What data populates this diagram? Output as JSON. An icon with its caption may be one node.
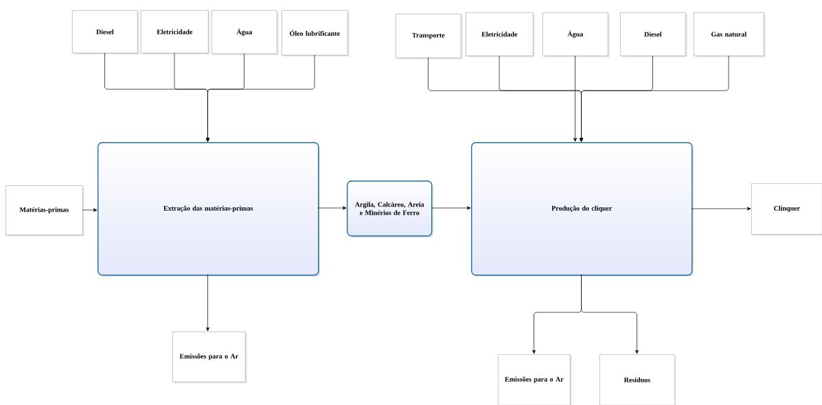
{
  "diagram": {
    "nodes": [
      {
        "text": [
          "Diesel"
        ]
      },
      {
        "text": [
          "Eletricidade"
        ]
      },
      {
        "text": [
          "Água"
        ]
      },
      {
        "text": [
          "Óleo lubrificante"
        ]
      },
      {
        "text": [
          "Matérias-primas"
        ]
      },
      {
        "text": [
          "Extração das matérias-primas"
        ]
      },
      {
        "text": [
          "Argila, Calcáreo, Areia e Minérios de Ferro"
        ]
      },
      {
        "text": [
          "Emissões para o Ar"
        ]
      },
      {
        "text": [
          "Transporte"
        ]
      },
      {
        "text": [
          "Eletricidade"
        ]
      },
      {
        "text": [
          "Água"
        ]
      },
      {
        "text": [
          "Diesel"
        ]
      },
      {
        "text": [
          "Gas natural"
        ]
      },
      {
        "text": [
          "Produção do cliquer"
        ]
      },
      {
        "text": [
          "Clínquer"
        ]
      },
      {
        "text": [
          "Emissões para o Ar"
        ]
      },
      {
        "text": [
          "Resíduos"
        ]
      }
    ],
    "edges": [
      {
        "from": 0,
        "to": 5,
        "arrow": "to"
      },
      {
        "from": 1,
        "to": 5,
        "arrow": "to"
      },
      {
        "from": 2,
        "to": 5,
        "arrow": "to"
      },
      {
        "from": 3,
        "to": 5,
        "arrow": "to"
      },
      {
        "from": 4,
        "to": 5,
        "arrow": "to"
      },
      {
        "from": 5,
        "to": 6,
        "arrow": "to"
      },
      {
        "from": 6,
        "to": 13,
        "arrow": "to"
      },
      {
        "from": 5,
        "to": 7,
        "arrow": "to"
      },
      {
        "from": 8,
        "to": 13,
        "arrow": "to"
      },
      {
        "from": 9,
        "to": 13,
        "arrow": "to"
      },
      {
        "from": 10,
        "to": 13,
        "arrow": "to"
      },
      {
        "from": 11,
        "to": 13,
        "arrow": "to"
      },
      {
        "from": 12,
        "to": 13,
        "arrow": "to"
      },
      {
        "from": 13,
        "to": 14,
        "arrow": "to"
      },
      {
        "from": 13,
        "to": 15,
        "arrow": "to"
      },
      {
        "from": 13,
        "to": 16,
        "arrow": "to"
      }
    ]
  }
}
